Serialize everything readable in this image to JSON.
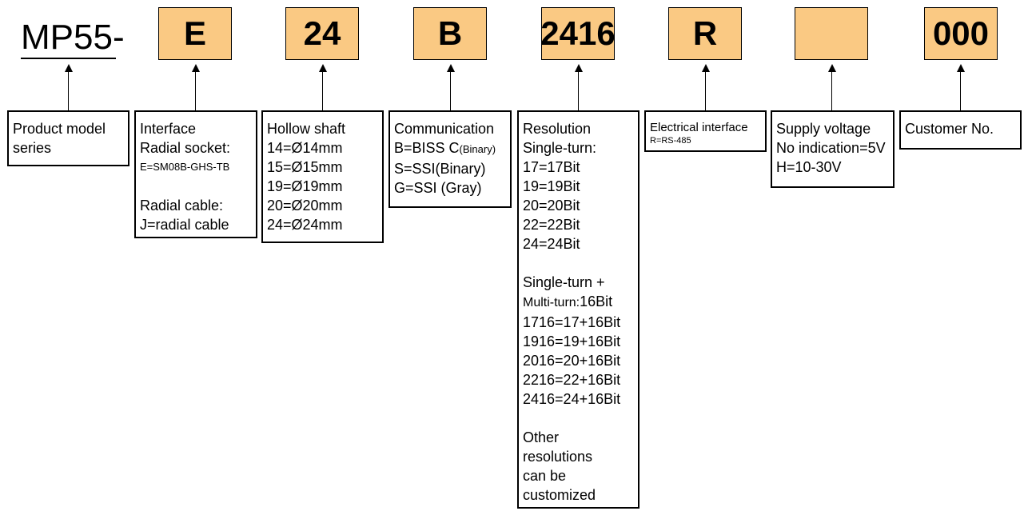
{
  "prefix": "MP55-",
  "codes": [
    "E",
    "24",
    "B",
    "2416",
    "R",
    "",
    "000"
  ],
  "fields": [
    {
      "lines": [
        "Product model",
        "series"
      ]
    },
    {
      "lines": [
        "Interface",
        "Radial socket:",
        "E=SM08B-GHS-TB",
        "",
        "Radial cable:",
        "J=radial cable"
      ]
    },
    {
      "lines": [
        "Hollow shaft",
        "14=Ø14mm",
        "15=Ø15mm",
        "19=Ø19mm",
        "20=Ø20mm",
        "24=Ø24mm"
      ]
    },
    {
      "lines": [
        "Communication",
        "B=BISS C",
        "(Binary)",
        "S=SSI(Binary)",
        "G=SSI (Gray)"
      ]
    },
    {
      "lines": [
        "Resolution",
        "Single-turn:",
        "17=17Bit",
        "19=19Bit",
        "20=20Bit",
        "22=22Bit",
        "24=24Bit",
        "",
        "Single-turn +",
        "Multi-turn:",
        "16Bit",
        "1716=17+16Bit",
        "1916=19+16Bit",
        "2016=20+16Bit",
        "2216=22+16Bit",
        "2416=24+16Bit",
        "",
        "Other",
        "resolutions",
        "can be",
        "customized"
      ]
    },
    {
      "lines": [
        "Electrical interface",
        "R=RS-485"
      ]
    },
    {
      "lines": [
        "Supply voltage",
        "No indication=5V",
        "H=10-30V"
      ]
    },
    {
      "lines": [
        "Customer No."
      ]
    }
  ],
  "colors": {
    "code_fill": "#fac983",
    "stroke": "#000000"
  }
}
